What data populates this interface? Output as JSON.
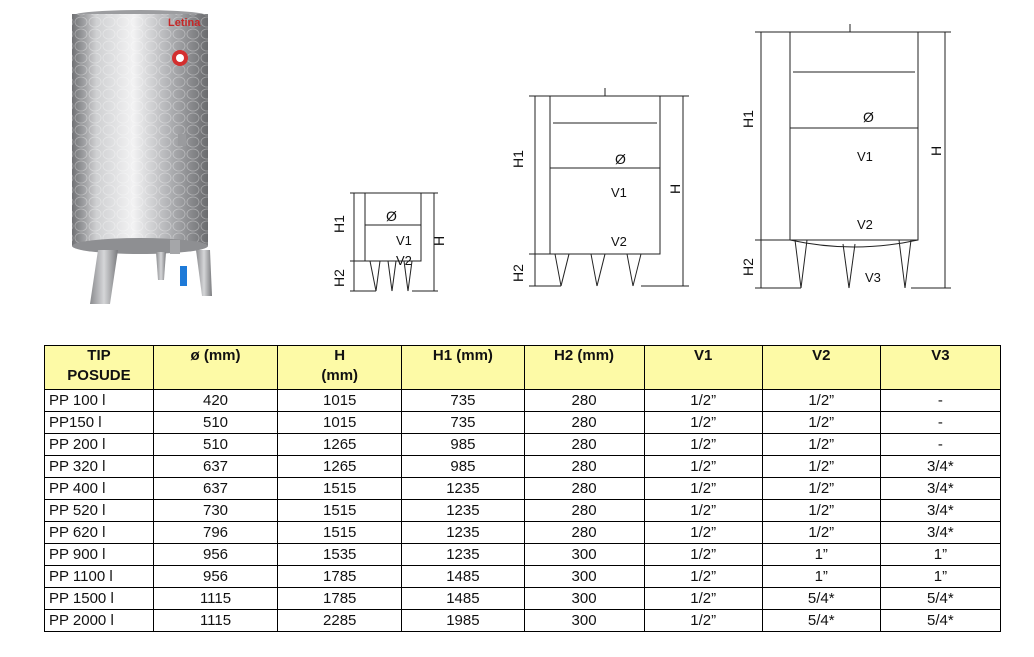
{
  "photo": {
    "brand_label": "Letina"
  },
  "diagram_labels": {
    "h": "H",
    "h1": "H1",
    "h2": "H2",
    "diameter": "Ø",
    "v1": "V1",
    "v2": "V2",
    "v3": "V3"
  },
  "table": {
    "headers": [
      {
        "line1": "TIP",
        "line2": "POSUDE"
      },
      {
        "line1": "ø (mm)",
        "line2": ""
      },
      {
        "line1": "H",
        "line2": "(mm)"
      },
      {
        "line1": "H1 (mm)",
        "line2": ""
      },
      {
        "line1": "H2 (mm)",
        "line2": ""
      },
      {
        "line1": "V1",
        "line2": ""
      },
      {
        "line1": "V2",
        "line2": ""
      },
      {
        "line1": "V3",
        "line2": ""
      }
    ],
    "rows": [
      [
        "PP 100 l",
        "420",
        "1015",
        "735",
        "280",
        "1/2”",
        "1/2”",
        "-"
      ],
      [
        "PP150 l",
        "510",
        "1015",
        "735",
        "280",
        "1/2”",
        "1/2”",
        "-"
      ],
      [
        "PP 200 l",
        "510",
        "1265",
        "985",
        "280",
        "1/2”",
        "1/2”",
        "-"
      ],
      [
        "PP 320 l",
        "637",
        "1265",
        "985",
        "280",
        "1/2”",
        "1/2”",
        "3/4*"
      ],
      [
        "PP 400 l",
        "637",
        "1515",
        "1235",
        "280",
        "1/2”",
        "1/2”",
        "3/4*"
      ],
      [
        "PP 520 l",
        "730",
        "1515",
        "1235",
        "280",
        "1/2”",
        "1/2”",
        "3/4*"
      ],
      [
        "PP 620 l",
        "796",
        "1515",
        "1235",
        "280",
        "1/2”",
        "1/2”",
        "3/4*"
      ],
      [
        "PP 900 l",
        "956",
        "1535",
        "1235",
        "300",
        "1/2”",
        "1”",
        "1”"
      ],
      [
        "PP 1100 l",
        "956",
        "1785",
        "1485",
        "300",
        "1/2”",
        "1”",
        "1”"
      ],
      [
        "PP 1500 l",
        "1115",
        "1785",
        "1485",
        "300",
        "1/2”",
        "5/4*",
        "5/4*"
      ],
      [
        "PP 2000 l",
        "1115",
        "2285",
        "1985",
        "300",
        "1/2”",
        "5/4*",
        "5/4*"
      ]
    ]
  }
}
